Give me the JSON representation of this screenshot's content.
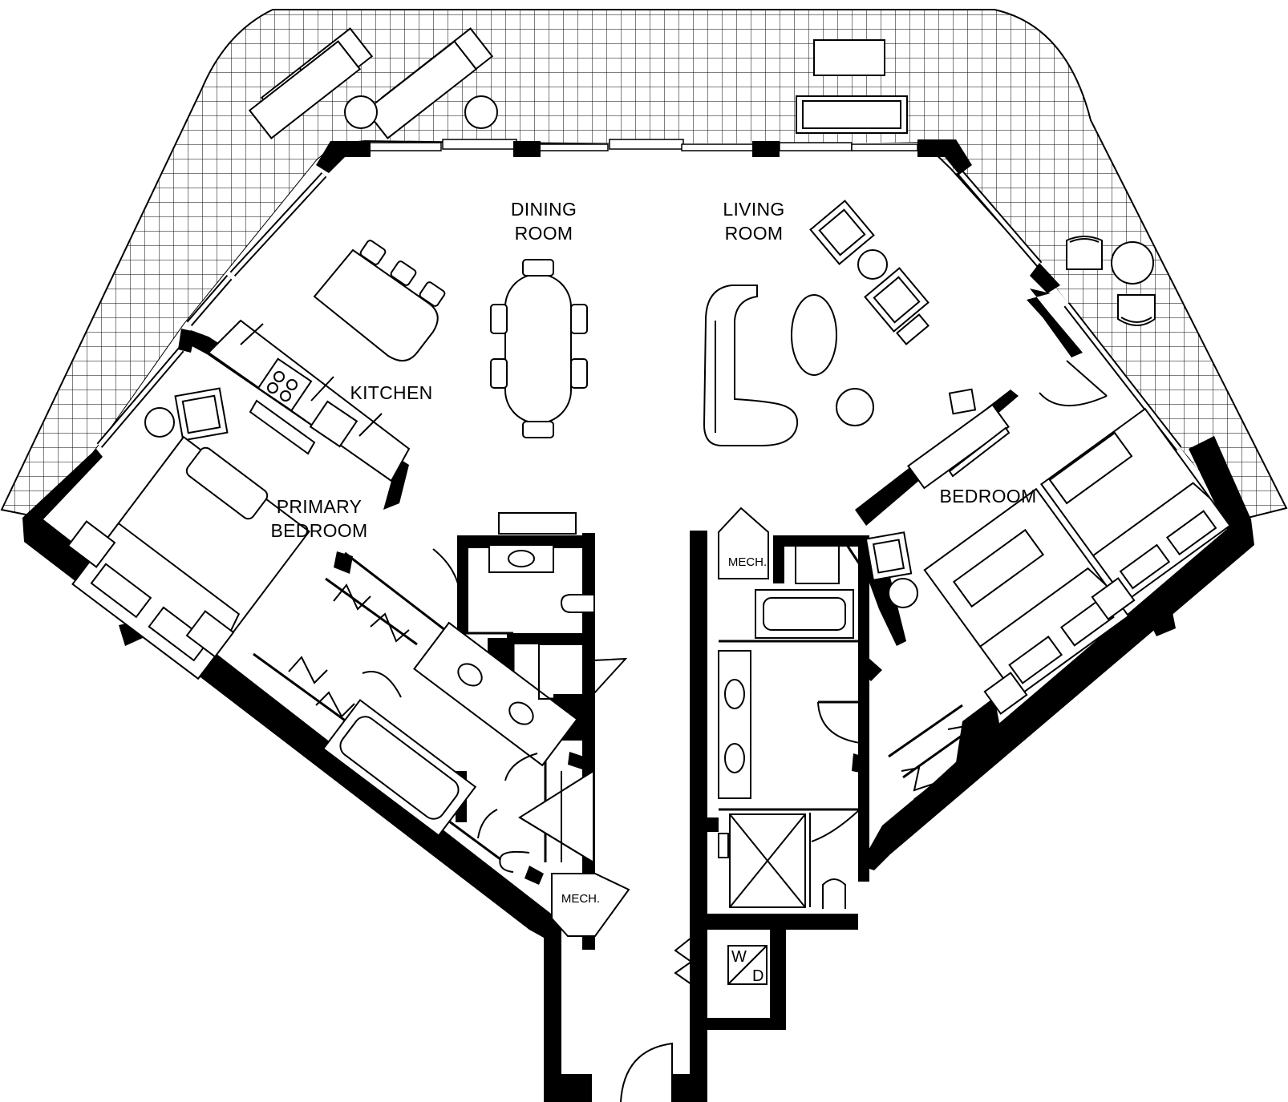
{
  "rooms": {
    "dining": [
      "DINING",
      "ROOM"
    ],
    "living": [
      "LIVING",
      "ROOM"
    ],
    "kitchen": "KITCHEN",
    "primary_bedroom": [
      "PRIMARY",
      "BEDROOM"
    ],
    "bedroom": "BEDROOM",
    "mech_left": "MECH.",
    "mech_right": "MECH."
  },
  "appliances": {
    "washer": "W",
    "dryer": "D"
  },
  "colors": {
    "wall": "#000000",
    "background": "#ffffff",
    "terrace_grid": "#000000"
  }
}
